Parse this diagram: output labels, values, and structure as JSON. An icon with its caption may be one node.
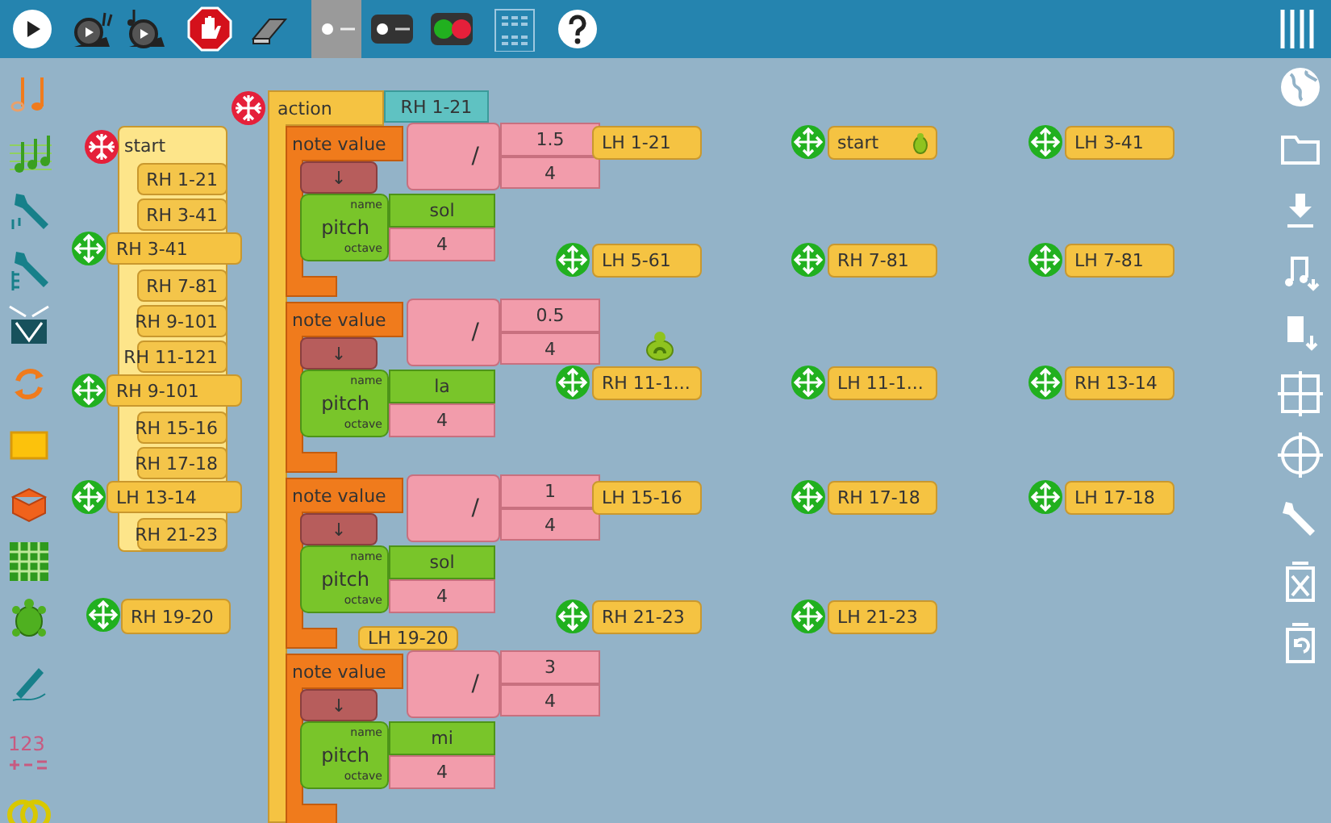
{
  "diagram": {
    "nodes": [
      {
        "text": [
          "start"
        ]
      },
      {
        "text": [
          "RH 1-21"
        ],
        "in": 0
      },
      {
        "text": [
          "RH 3-41"
        ],
        "in": 0
      },
      {
        "text": [
          "RH 7-81"
        ],
        "in": 0
      },
      {
        "text": [
          "RH 9-101"
        ],
        "in": 0
      },
      {
        "text": [
          "RH 11-121"
        ],
        "in": 0
      },
      {
        "text": [
          "RH 15-16"
        ],
        "in": 0
      },
      {
        "text": [
          "RH 17-18"
        ],
        "in": 0
      },
      {
        "text": [
          "RH 21-23"
        ],
        "in": 0
      },
      {
        "text": [
          "action"
        ]
      },
      {
        "text": [
          "RH 1-21"
        ]
      },
      {
        "text": [
          "note value"
        ],
        "in": 9
      },
      {
        "text": [
          "/"
        ]
      },
      {
        "text": [
          "1.5"
        ]
      },
      {
        "text": [
          "4"
        ]
      },
      {
        "text": [
          "↓"
        ],
        "in": 11
      },
      {
        "text": [
          "name",
          "pitch",
          "octave"
        ],
        "in": 11
      },
      {
        "text": [
          "sol"
        ]
      },
      {
        "text": [
          "4"
        ]
      },
      {
        "text": [
          "note value"
        ],
        "in": 9
      },
      {
        "text": [
          "/"
        ]
      },
      {
        "text": [
          "0.5"
        ]
      },
      {
        "text": [
          "4"
        ]
      },
      {
        "text": [
          "↓"
        ],
        "in": 19
      },
      {
        "text": [
          "name",
          "pitch",
          "octave"
        ],
        "in": 19
      },
      {
        "text": [
          "la"
        ]
      },
      {
        "text": [
          "4"
        ]
      },
      {
        "text": [
          "note value"
        ],
        "in": 9
      },
      {
        "text": [
          "/"
        ]
      },
      {
        "text": [
          "1"
        ]
      },
      {
        "text": [
          "4"
        ]
      },
      {
        "text": [
          "↓"
        ],
        "in": 27
      },
      {
        "text": [
          "name",
          "pitch",
          "octave"
        ],
        "in": 27
      },
      {
        "text": [
          "sol"
        ]
      },
      {
        "text": [
          "4"
        ]
      },
      {
        "text": [
          "note value"
        ],
        "in": 9
      },
      {
        "text": [
          "/"
        ]
      },
      {
        "text": [
          "3"
        ]
      },
      {
        "text": [
          "4"
        ]
      },
      {
        "text": [
          "↓"
        ],
        "in": 35
      },
      {
        "text": [
          "name",
          "pitch",
          "octave"
        ],
        "in": 35
      },
      {
        "text": [
          "mi"
        ]
      },
      {
        "text": [
          "4"
        ]
      },
      {
        "text": [
          "RH 3-41"
        ]
      },
      {
        "text": [
          "RH 9-101"
        ]
      },
      {
        "text": [
          "LH 13-14"
        ]
      },
      {
        "text": [
          "RH 19-20"
        ]
      },
      {
        "text": [
          "LH 19-20"
        ]
      },
      {
        "text": [
          "LH 1-21"
        ]
      },
      {
        "text": [
          "start"
        ]
      },
      {
        "text": [
          "LH 3-41"
        ]
      },
      {
        "text": [
          "LH 5-61"
        ]
      },
      {
        "text": [
          "RH 7-81"
        ]
      },
      {
        "text": [
          "LH 7-81"
        ]
      },
      {
        "text": [
          "RH 11-1..."
        ]
      },
      {
        "text": [
          "LH 11-1..."
        ]
      },
      {
        "text": [
          "RH 13-14"
        ]
      },
      {
        "text": [
          "LH 15-16"
        ]
      },
      {
        "text": [
          "RH 17-18"
        ]
      },
      {
        "text": [
          "LH 17-18"
        ]
      },
      {
        "text": [
          "RH 21-23"
        ]
      },
      {
        "text": [
          "LH 21-23"
        ]
      }
    ],
    "labels": [
      "123"
    ]
  }
}
